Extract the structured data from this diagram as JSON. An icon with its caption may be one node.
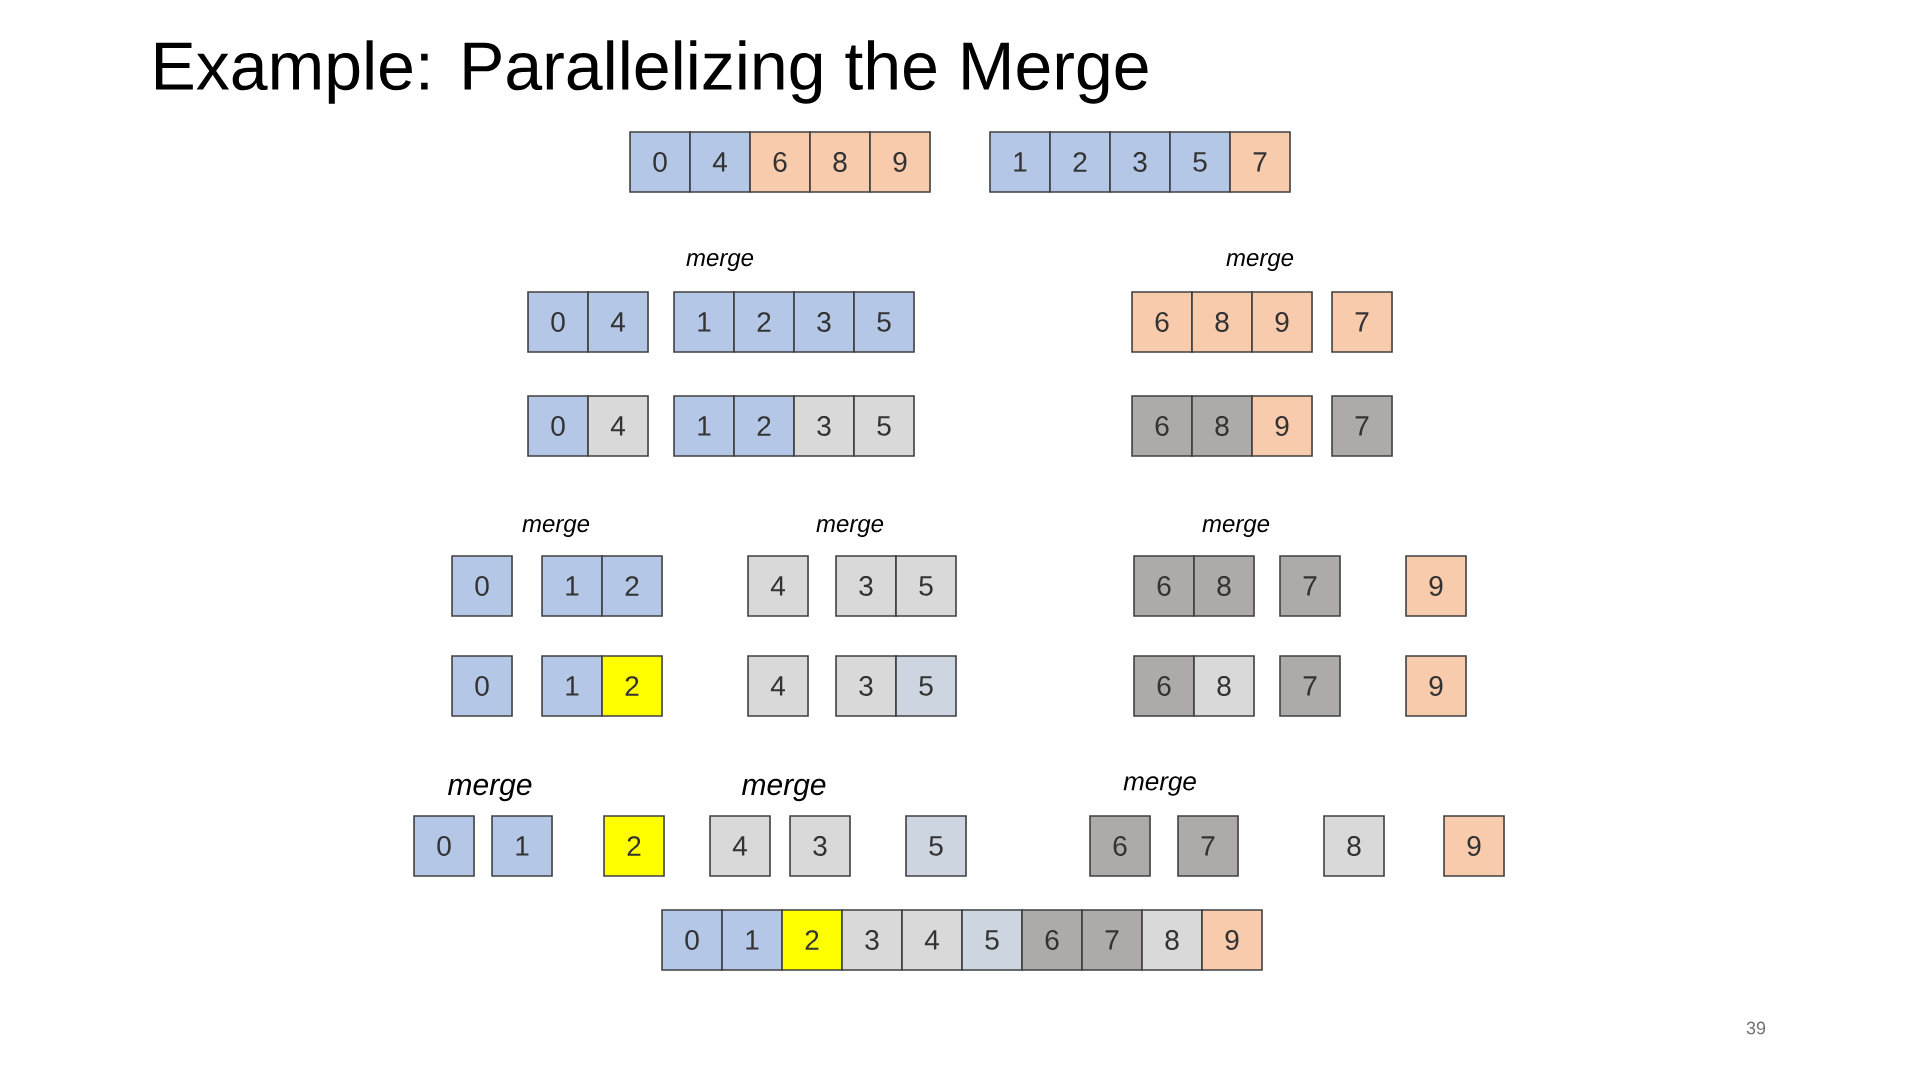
{
  "diagram": {
    "title": "Example: Parallelizing the Merge",
    "nodes": [
      {
        "text": [
          "0"
        ]
      },
      {
        "text": [
          "4"
        ]
      },
      {
        "text": [
          "6"
        ]
      },
      {
        "text": [
          "8"
        ]
      },
      {
        "text": [
          "9"
        ]
      },
      {
        "text": [
          "1"
        ]
      },
      {
        "text": [
          "2"
        ]
      },
      {
        "text": [
          "3"
        ]
      },
      {
        "text": [
          "5"
        ]
      },
      {
        "text": [
          "7"
        ]
      },
      {
        "text": [
          "0"
        ]
      },
      {
        "text": [
          "4"
        ]
      },
      {
        "text": [
          "1"
        ]
      },
      {
        "text": [
          "2"
        ]
      },
      {
        "text": [
          "3"
        ]
      },
      {
        "text": [
          "5"
        ]
      },
      {
        "text": [
          "6"
        ]
      },
      {
        "text": [
          "8"
        ]
      },
      {
        "text": [
          "9"
        ]
      },
      {
        "text": [
          "7"
        ]
      },
      {
        "text": [
          "0"
        ]
      },
      {
        "text": [
          "4"
        ]
      },
      {
        "text": [
          "1"
        ]
      },
      {
        "text": [
          "2"
        ]
      },
      {
        "text": [
          "3"
        ]
      },
      {
        "text": [
          "5"
        ]
      },
      {
        "text": [
          "6"
        ]
      },
      {
        "text": [
          "8"
        ]
      },
      {
        "text": [
          "9"
        ]
      },
      {
        "text": [
          "7"
        ]
      },
      {
        "text": [
          "0"
        ]
      },
      {
        "text": [
          "1"
        ]
      },
      {
        "text": [
          "2"
        ]
      },
      {
        "text": [
          "4"
        ]
      },
      {
        "text": [
          "3"
        ]
      },
      {
        "text": [
          "5"
        ]
      },
      {
        "text": [
          "6"
        ]
      },
      {
        "text": [
          "8"
        ]
      },
      {
        "text": [
          "7"
        ]
      },
      {
        "text": [
          "9"
        ]
      },
      {
        "text": [
          "0"
        ]
      },
      {
        "text": [
          "1"
        ]
      },
      {
        "text": [
          "2"
        ]
      },
      {
        "text": [
          "4"
        ]
      },
      {
        "text": [
          "3"
        ]
      },
      {
        "text": [
          "5"
        ]
      },
      {
        "text": [
          "6"
        ]
      },
      {
        "text": [
          "8"
        ]
      },
      {
        "text": [
          "7"
        ]
      },
      {
        "text": [
          "9"
        ]
      },
      {
        "text": [
          "0"
        ]
      },
      {
        "text": [
          "1"
        ]
      },
      {
        "text": [
          "2"
        ]
      },
      {
        "text": [
          "4"
        ]
      },
      {
        "text": [
          "3"
        ]
      },
      {
        "text": [
          "5"
        ]
      },
      {
        "text": [
          "6"
        ]
      },
      {
        "text": [
          "7"
        ]
      },
      {
        "text": [
          "8"
        ]
      },
      {
        "text": [
          "9"
        ]
      },
      {
        "text": [
          "0"
        ]
      },
      {
        "text": [
          "1"
        ]
      },
      {
        "text": [
          "2"
        ]
      },
      {
        "text": [
          "3"
        ]
      },
      {
        "text": [
          "4"
        ]
      },
      {
        "text": [
          "5"
        ]
      },
      {
        "text": [
          "6"
        ]
      },
      {
        "text": [
          "7"
        ]
      },
      {
        "text": [
          "8"
        ]
      },
      {
        "text": [
          "9"
        ]
      }
    ],
    "labels": [
      "merge",
      "merge",
      "merge",
      "merge",
      "merge",
      "merge",
      "merge",
      "merge",
      "39"
    ]
  }
}
